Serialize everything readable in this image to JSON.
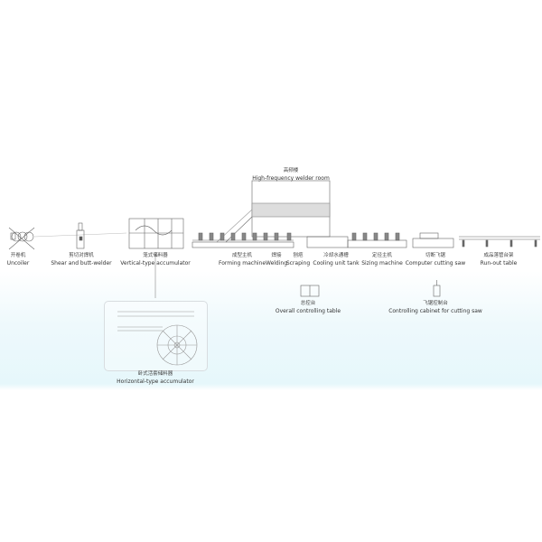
{
  "room": {
    "cn": "高频楼",
    "en": "High-frequency welder room"
  },
  "machines": [
    {
      "cn": "开卷机",
      "en": "Uncoiler"
    },
    {
      "cn": "剪切对焊机",
      "en": "Shear and butt-welder"
    },
    {
      "cn": "笼式储料器",
      "en": "Vertical-type accumulator"
    },
    {
      "cn": "成型主机",
      "en": "Forming machine"
    },
    {
      "cn": "焊接",
      "en": "Welding"
    },
    {
      "cn": "刨疤",
      "en": "Scraping"
    },
    {
      "cn": "冷却水通槽",
      "en": "Cooling unit tank"
    },
    {
      "cn": "定径主机",
      "en": "Sizing machine"
    },
    {
      "cn": "切断飞锯",
      "en": "Computer cutting saw"
    },
    {
      "cn": "成品落管台架",
      "en": "Run-out table"
    }
  ],
  "controls": [
    {
      "cn": "总控台",
      "en": "Overall controlling table"
    },
    {
      "cn": "飞锯控制台",
      "en": "Controlling cabinet for cutting saw"
    }
  ],
  "accumulator_detail": {
    "cn": "卧式活套储料器",
    "en": "Horizontal-type accumulator"
  },
  "colors": {
    "line": "#666666",
    "background_band": "#e6f7fb"
  }
}
